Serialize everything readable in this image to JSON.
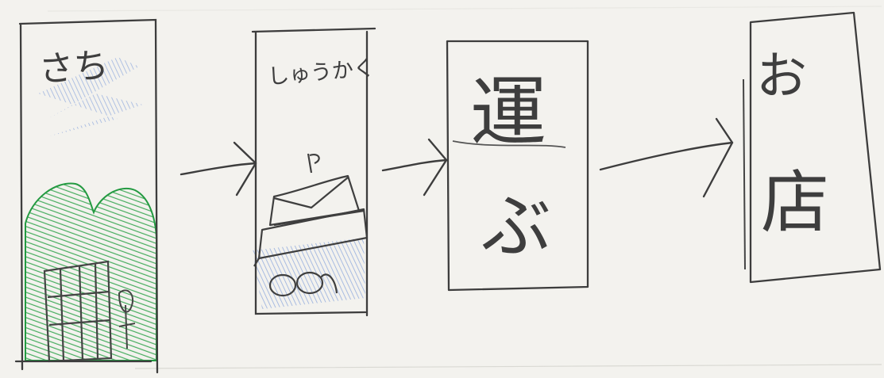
{
  "diagram": {
    "panels": [
      {
        "id": "mountain",
        "label": "さち"
      },
      {
        "id": "harvest",
        "label": "しゅうかく"
      },
      {
        "id": "carry",
        "label_top": "運",
        "label_bottom": "ぶ"
      },
      {
        "id": "store",
        "label_top": "お",
        "label_bottom": "店"
      }
    ],
    "arrows": [
      {
        "from": "mountain",
        "to": "harvest"
      },
      {
        "from": "harvest",
        "to": "carry"
      },
      {
        "from": "carry",
        "to": "store"
      }
    ],
    "colors": {
      "pencil": "#3e3e3e",
      "crayon_green": "#2aa34a",
      "crayon_blue": "#6f93d8",
      "paper": "#f3f2ee"
    }
  }
}
